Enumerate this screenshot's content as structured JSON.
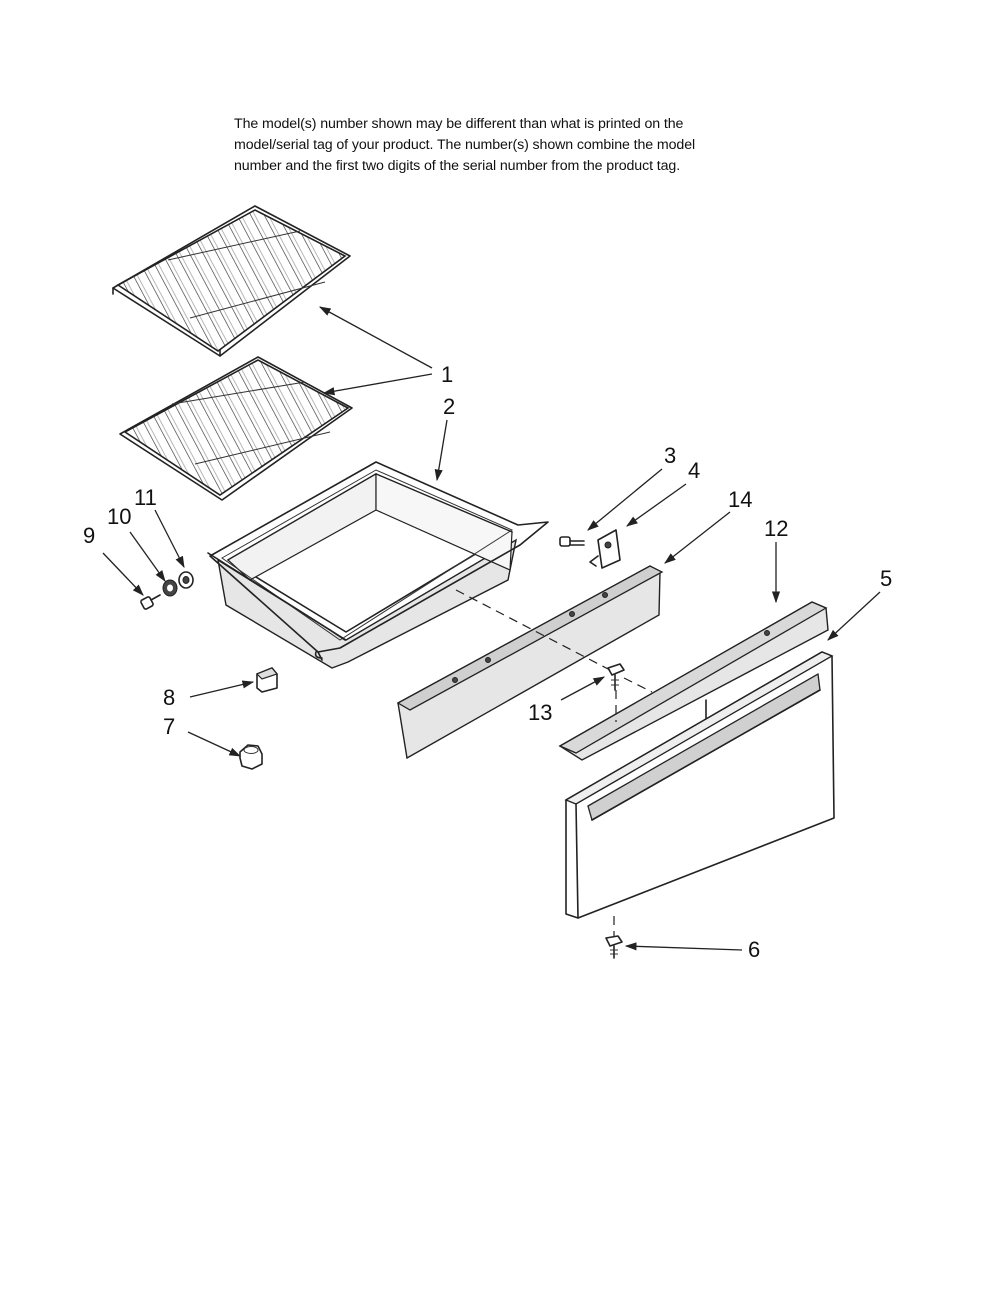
{
  "notice": {
    "lines": [
      "The model(s) number shown may be different than what is printed on the",
      "model/serial tag of your product. The number(s) shown combine the model",
      "number and the first two digits of the serial number from the product tag."
    ]
  },
  "callouts": [
    "1",
    "2",
    "3",
    "4",
    "14",
    "12",
    "5",
    "9",
    "10",
    "11",
    "8",
    "7",
    "13",
    "6"
  ]
}
